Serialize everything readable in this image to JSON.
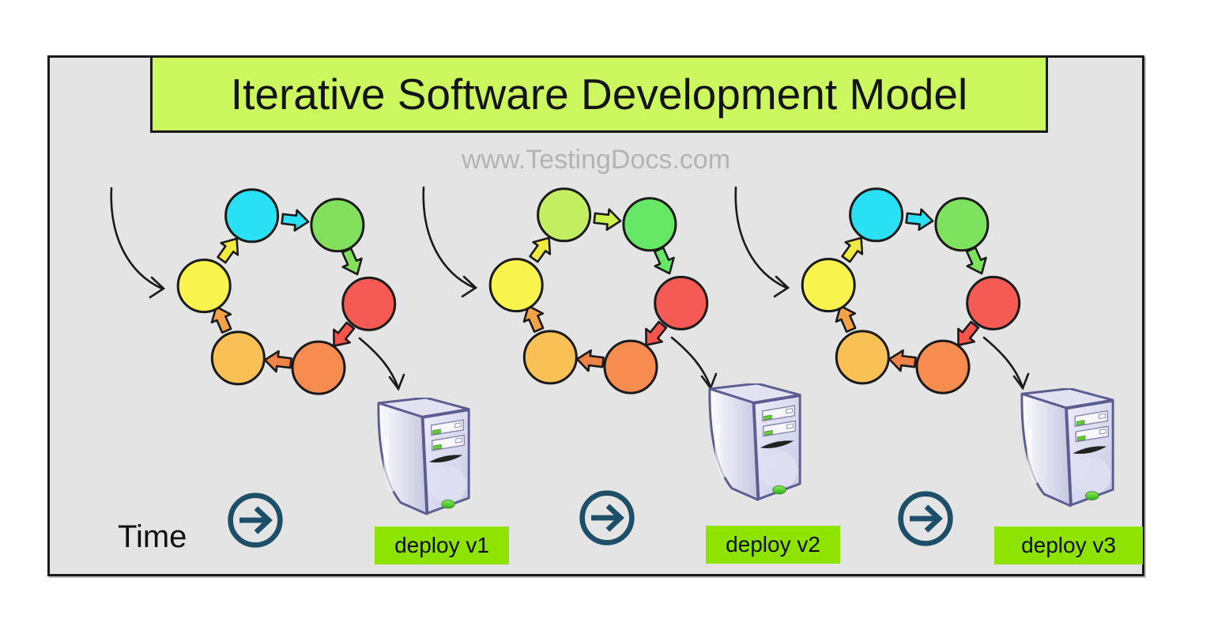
{
  "title": {
    "text": "Iterative Software Development Model"
  },
  "watermark": {
    "text": "www.TestingDocs.com"
  },
  "timeline": {
    "label": "Time"
  },
  "colors": {
    "banner_bg": "#cdf75f",
    "deploy_bg": "#8ee400",
    "frame_bg": "#e4e4e4",
    "outline": "#1a1a1a",
    "watermark": "#b4b4b4",
    "time_arrow": "#1d4f68",
    "server_border": "#5c5c91"
  },
  "iterations": [
    {
      "name": "iteration-1",
      "deploy_label": "deploy v1",
      "circle_colors": [
        "#29e0f4",
        "#83e05c",
        "#f55b54",
        "#f68c50",
        "#f9c155",
        "#f8f44d"
      ],
      "arrow_colors": [
        "#29e0f4",
        "#83e05c",
        "#f4564e",
        "#f08448",
        "#f2a347",
        "#f3ea41"
      ]
    },
    {
      "name": "iteration-2",
      "deploy_label": "deploy v2",
      "circle_colors": [
        "#c3ee62",
        "#66e765",
        "#f55b54",
        "#f68c50",
        "#f9c155",
        "#f8f44d"
      ],
      "arrow_colors": [
        "#cdf24c",
        "#66e765",
        "#f4564e",
        "#f08448",
        "#f2a347",
        "#f3ea41"
      ]
    },
    {
      "name": "iteration-3",
      "deploy_label": "deploy v3",
      "circle_colors": [
        "#29e0f4",
        "#7ee25e",
        "#f55b54",
        "#f68c50",
        "#f9c155",
        "#f8f44d"
      ],
      "arrow_colors": [
        "#29e0f4",
        "#7ee25e",
        "#f4564e",
        "#f08448",
        "#f2a347",
        "#f3ea41"
      ]
    }
  ]
}
